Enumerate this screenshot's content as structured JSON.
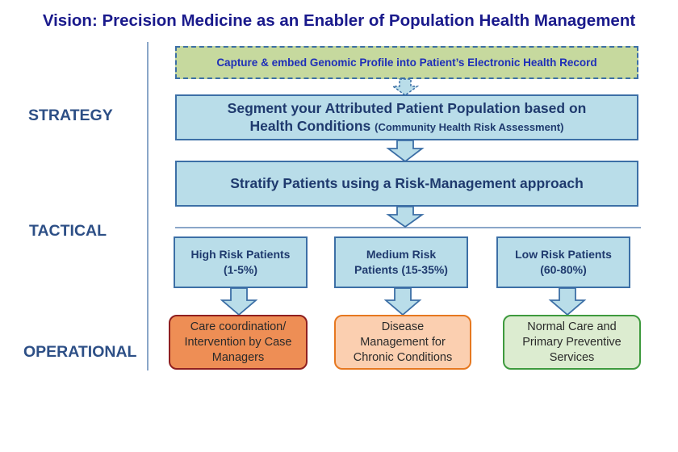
{
  "title": "Vision: Precision Medicine as an Enabler of Population Health Management",
  "levels": {
    "strategy": "STRATEGY",
    "tactical": "TACTICAL",
    "operational": "OPERATIONAL"
  },
  "boxes": {
    "capture": "Capture & embed Genomic Profile into Patient’s Electronic Health Record",
    "segment_main_line1": "Segment your Attributed Patient Population based on",
    "segment_main_line2": "Health Conditions",
    "segment_note": "(Community Health Risk Assessment)",
    "stratify": "Stratify Patients using a Risk-Management approach"
  },
  "risk_groups": [
    {
      "line1": "High Risk Patients",
      "line2": "(1-5%)"
    },
    {
      "line1": "Medium Risk",
      "line2": "Patients (15-35%)"
    },
    {
      "line1": "Low Risk Patients",
      "line2": "(60-80%)"
    }
  ],
  "operations": [
    {
      "line1": "Care coordination/",
      "line2": "Intervention by Case",
      "line3": "Managers"
    },
    {
      "line1": "Disease",
      "line2": "Management for",
      "line3": "Chronic Conditions"
    },
    {
      "line1": "Normal Care and",
      "line2": "Primary Preventive",
      "line3": "Services"
    }
  ],
  "colors": {
    "title": "#1a1a8c",
    "level_text": "#2d4f86",
    "box_fill": "#b9dde9",
    "box_border": "#3c6fa6",
    "capture_fill": "#c6d99e",
    "high_op_fill": "#ee8e55",
    "medium_op_fill": "#fbcfb0",
    "low_op_fill": "#dcecd0"
  }
}
